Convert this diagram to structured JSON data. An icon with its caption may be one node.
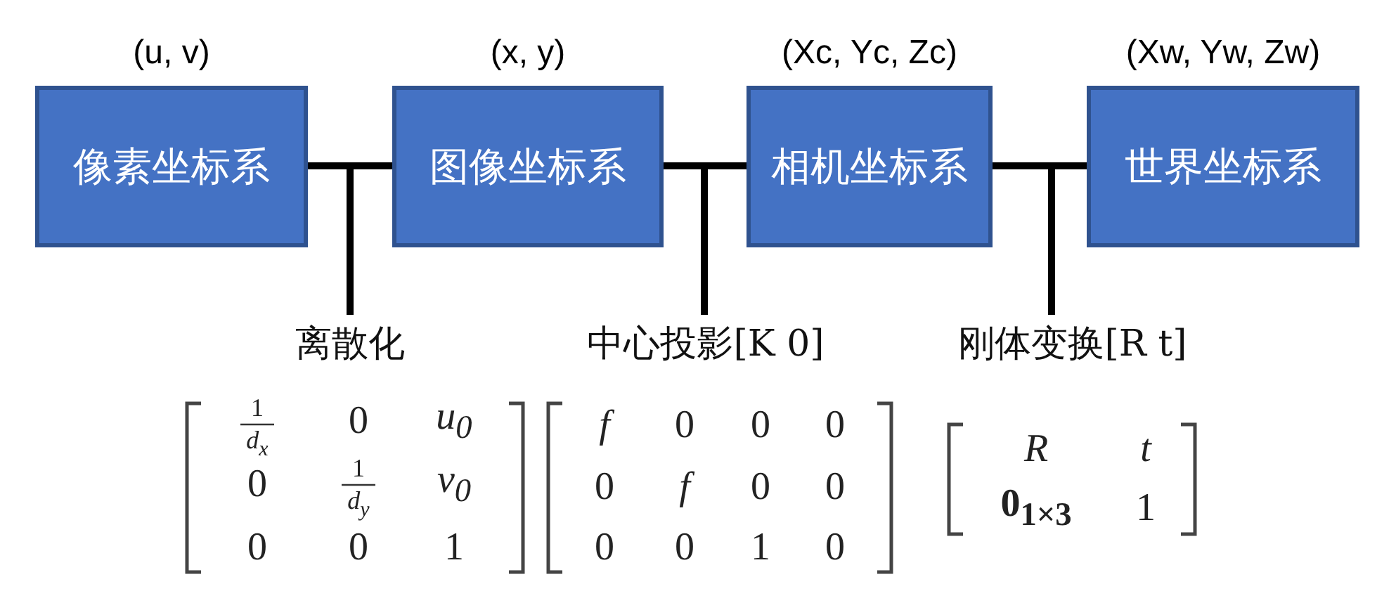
{
  "diagram": {
    "nodes": [
      {
        "text": [
          "像素坐标系"
        ],
        "beside": [
          "(u, v)"
        ]
      },
      {
        "text": [
          "图像坐标系"
        ],
        "beside": [
          "(x, y)"
        ]
      },
      {
        "text": [
          "相机坐标系"
        ],
        "beside": [
          "(Xc, Yc, Zc)"
        ]
      },
      {
        "text": [
          "世界坐标系"
        ],
        "beside": [
          "(Xw, Yw, Zw)"
        ]
      },
      {
        "text": [
          "离散化"
        ]
      },
      {
        "text": [
          "中心投影[K 0]"
        ]
      },
      {
        "text": [
          "刚体变换[R t]"
        ]
      }
    ],
    "edges": [
      {
        "from": 0,
        "to": 1,
        "arrow": "none"
      },
      {
        "from": 1,
        "to": 2,
        "arrow": "none"
      },
      {
        "from": 2,
        "to": 3,
        "arrow": "none"
      },
      {
        "from": 4,
        "to": null,
        "arrow": "none"
      },
      {
        "from": 5,
        "to": null,
        "arrow": "none"
      },
      {
        "from": 6,
        "to": null,
        "arrow": "none"
      }
    ],
    "labels": [
      "1",
      "d$_{x}$",
      "0",
      "u$_{0}$",
      "0",
      "1",
      "d$_{y}$",
      "v$_{0}$",
      "0",
      "0",
      "1",
      "f",
      "0",
      "0",
      "0",
      "0",
      "f",
      "0",
      "0",
      "0",
      "0",
      "1",
      "0",
      "R",
      "t",
      "0$_{1×3}$",
      "1"
    ]
  }
}
